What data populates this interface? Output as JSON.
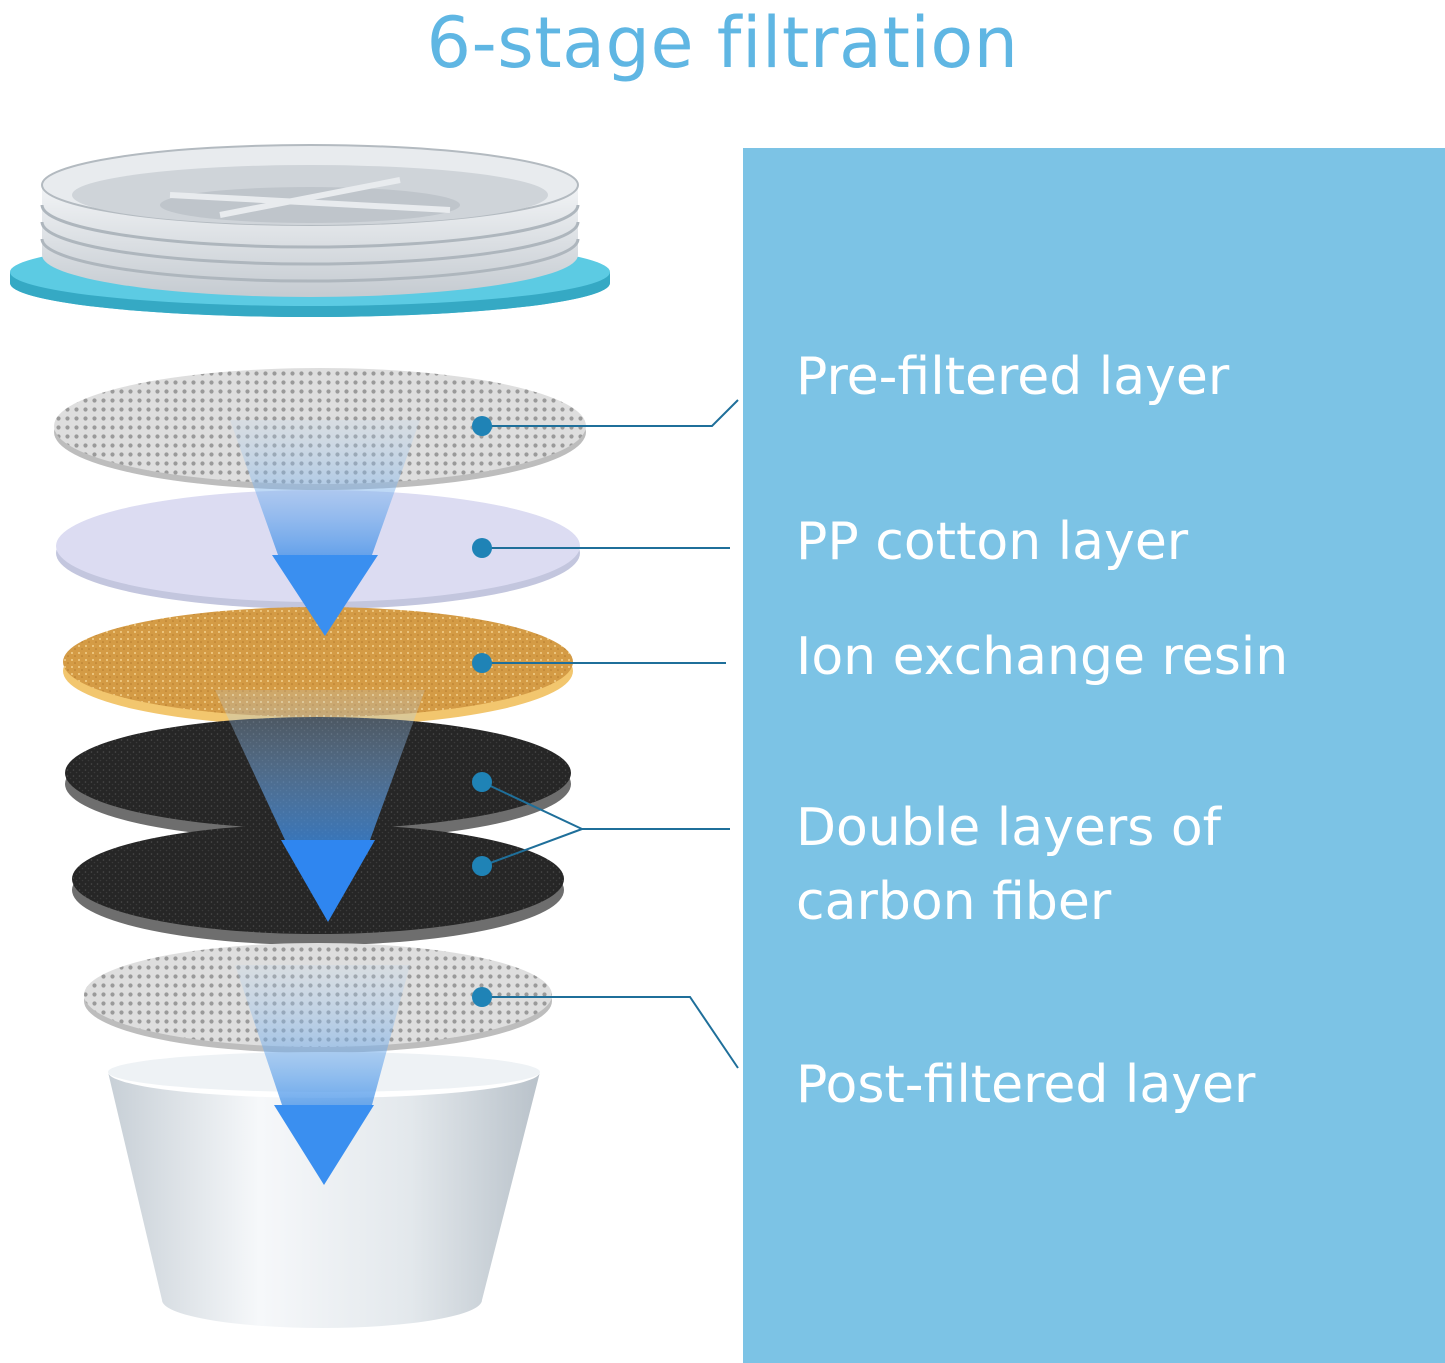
{
  "title": "6-stage filtration",
  "layers": [
    {
      "label": "Pre-filtered layer"
    },
    {
      "label": "PP cotton layer"
    },
    {
      "label": "Ion exchange resin"
    },
    {
      "label_line1": "Double layers of",
      "label_line2": "carbon fiber"
    },
    {
      "label": "Post-filtered layer"
    }
  ],
  "colors": {
    "title": "#5fb6e3",
    "panel": "#7cc3e5",
    "label_text": "#ffffff",
    "leader_line": "#1f6f9a",
    "gasket_ring": "#4cc3dd",
    "flow_arrow": "#2f86f0",
    "resin": "#d9a24e",
    "carbon": "#2a2a2a",
    "pp_cotton": "#dcdcf2",
    "mesh": "#d6d6d6"
  },
  "icons": [
    "filter-cap",
    "flow-arrow",
    "filter-cup"
  ]
}
